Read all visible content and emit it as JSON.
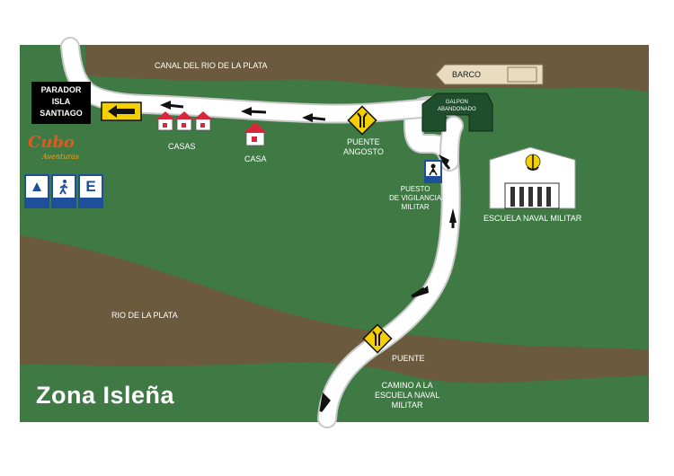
{
  "map": {
    "title": "Zona Isleña",
    "colors": {
      "water": "#6b5a3e",
      "land": "#3f7a45",
      "road": "#ffffff",
      "road_edge": "#c8c8c8",
      "sign_yellow": "#f5d000",
      "service_blue": "#1f4f9a",
      "logo_orange": "#e05a1c"
    },
    "labels": {
      "canal": "CANAL DEL RIO DE LA PLATA",
      "rio": "RIO DE LA PLATA",
      "parador_line1": "PARADOR",
      "parador_line2": "ISLA",
      "parador_line3": "SANTIAGO",
      "casas": "CASAS",
      "casa": "CASA",
      "puente_angosto_line1": "PUENTE",
      "puente_angosto_line2": "ANGOSTO",
      "galpon_line1": "GALPON",
      "galpon_line2": "ABANDONADO",
      "barco": "BARCO",
      "puesto_line1": "PUESTO",
      "puesto_line2": "DE VIGILANCIA",
      "puesto_line3": "MILITAR",
      "escuela": "ESCUELA NAVAL MILITAR",
      "puente": "PUENTE",
      "camino_line1": "CAMINO A LA",
      "camino_line2": "ESCUELA NAVAL",
      "camino_line3": "MILITAR"
    },
    "logo": {
      "brand": "Cubo",
      "sub": "Aventuras"
    },
    "services": [
      {
        "icon": "tent-icon",
        "glyph": "▲"
      },
      {
        "icon": "hiker-icon",
        "glyph": ""
      },
      {
        "icon": "electricity-icon",
        "glyph": "E"
      }
    ]
  }
}
